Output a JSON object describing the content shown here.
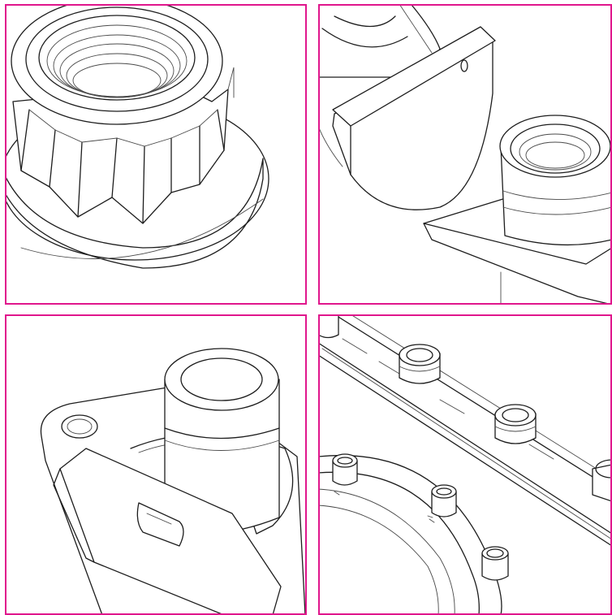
{
  "colors": {
    "frame_border": "#e0168c",
    "line_art": "#1d1d1d",
    "background": "#ffffff"
  },
  "panels": [
    {
      "name": "flange-nut-closeup",
      "icon": "twelve-point-flange-nut-icon"
    },
    {
      "name": "bracket-and-weld-nut",
      "icon": "weld-nut-bracket-icon"
    },
    {
      "name": "nut-on-clip-bracket",
      "icon": "clip-bracket-nut-icon"
    },
    {
      "name": "nut-rail-assembly",
      "icon": "nut-rail-assembly-icon"
    }
  ]
}
